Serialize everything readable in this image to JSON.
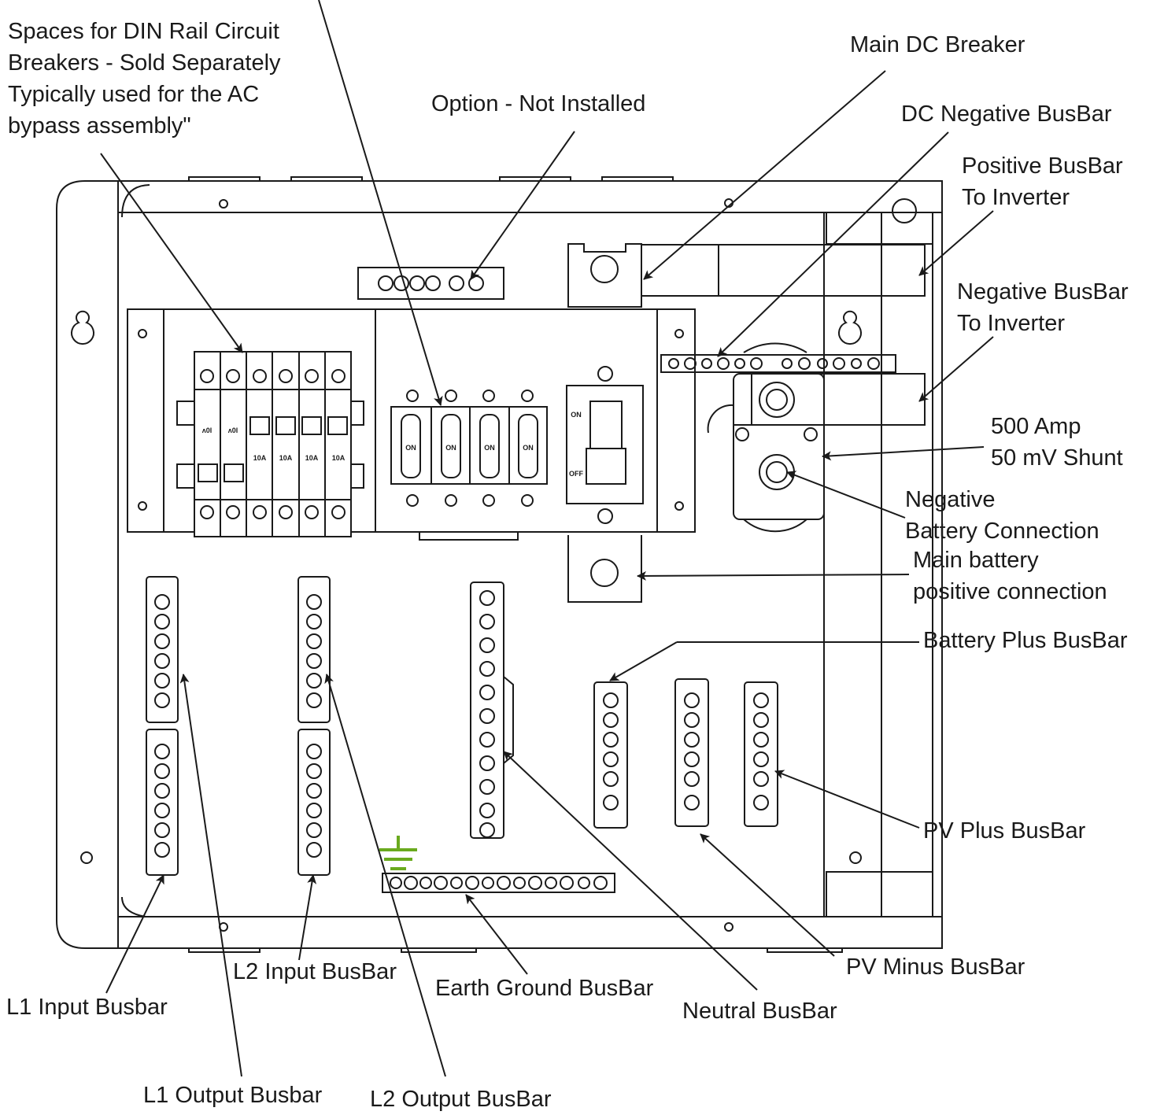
{
  "callouts": {
    "din_rail": {
      "line1": "Spaces for DIN Rail Circuit",
      "line2": "Breakers - Sold Separately",
      "line3": "Typically used for the AC",
      "line4": "bypass assembly\""
    },
    "option_not_installed": "Option - Not Installed",
    "main_dc_breaker": "Main DC Breaker",
    "dc_negative_busbar": "DC Negative BusBar",
    "positive_busbar_to_inverter": {
      "line1": "Positive BusBar",
      "line2": "To Inverter"
    },
    "negative_busbar_to_inverter": {
      "line1": "Negative BusBar",
      "line2": "To Inverter"
    },
    "shunt": {
      "line1": "500 Amp",
      "line2": "50 mV Shunt"
    },
    "negative_battery_connection": {
      "line1": "Negative",
      "line2": "Battery Connection"
    },
    "main_battery_positive": {
      "line1": "Main battery",
      "line2": "positive connection"
    },
    "battery_plus_busbar": "Battery Plus BusBar",
    "pv_plus_busbar": "PV Plus BusBar",
    "pv_minus_busbar": "PV Minus BusBar",
    "neutral_busbar": "Neutral BusBar",
    "earth_ground_busbar": "Earth Ground BusBar",
    "l2_input_busbar": "L2 Input BusBar",
    "l1_input_busbar": "L1 Input Busbar",
    "l1_output_busbar": "L1 Output Busbar",
    "l2_output_busbar": "L2 Output BusBar"
  },
  "breakers": {
    "din_left_labels": [
      "ʌ0l",
      "ʌ0l"
    ],
    "din_right_labels": [
      "10A",
      "10A",
      "10A",
      "10A"
    ],
    "switch_labels": [
      "ON",
      "ON",
      "ON",
      "ON"
    ],
    "main_breaker_labels": [
      "ON",
      "OFF"
    ]
  },
  "colors": {
    "line": "#1a1a1a",
    "ground_symbol": "#6aaa1e",
    "background": "#ffffff"
  }
}
